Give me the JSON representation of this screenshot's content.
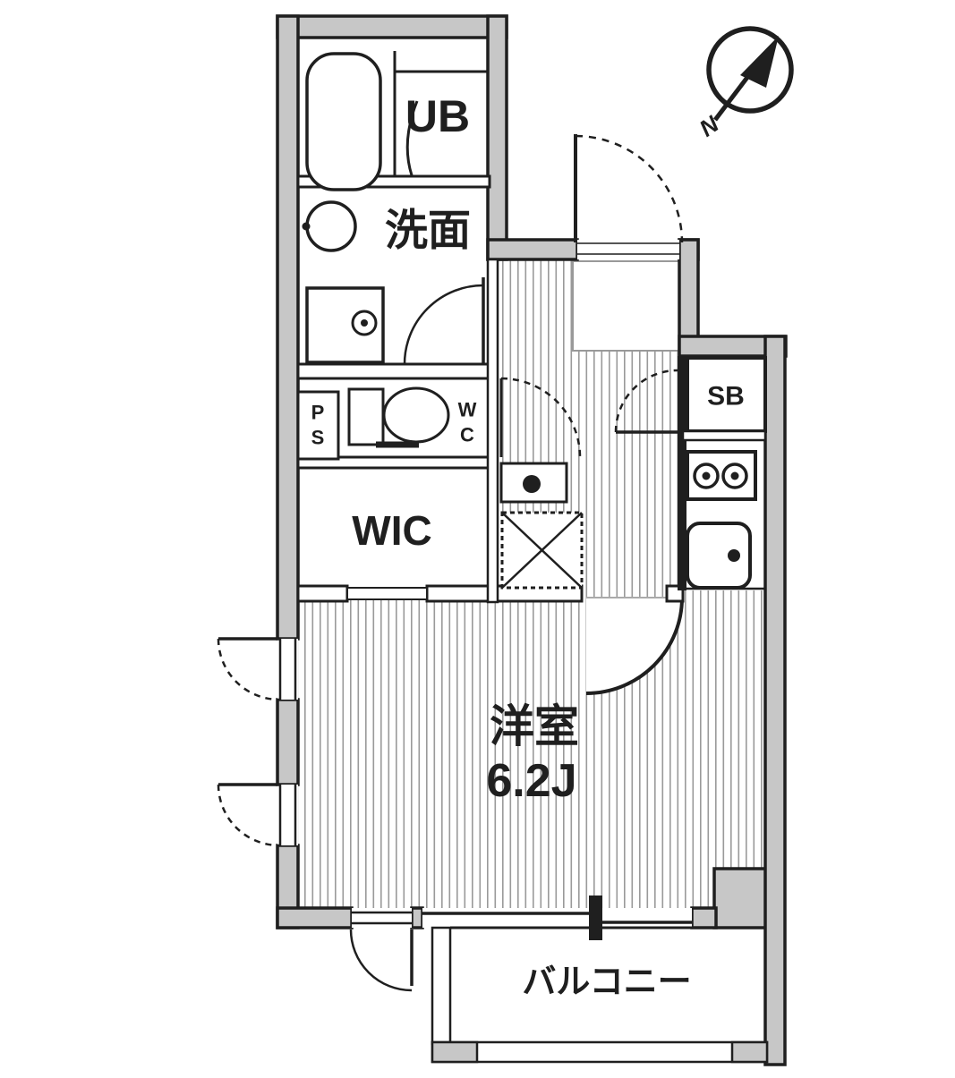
{
  "floorplan": {
    "labels": {
      "unit_bath": "UB",
      "washroom": "洗面",
      "pipe_space_l1": "P",
      "pipe_space_l2": "S",
      "toilet_l1": "W",
      "toilet_l2": "C",
      "walk_in_closet": "WIC",
      "shoe_box": "SB",
      "main_room_name": "洋室",
      "main_room_size": "6.2J",
      "balcony": "バルコニー",
      "compass_north": "N"
    },
    "colors": {
      "wall_line": "#1f1f1f",
      "wall_fill": "#c7c7c7",
      "hatch_line": "#9a9a9a",
      "background": "#ffffff"
    }
  }
}
